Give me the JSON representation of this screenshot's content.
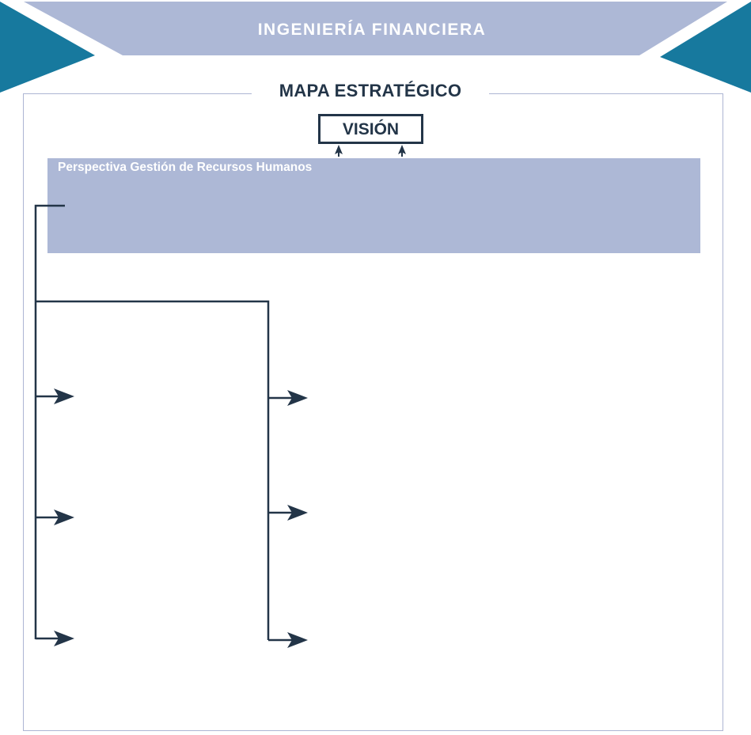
{
  "header": {
    "title": "INGENIERÍA FINANCIERA"
  },
  "map": {
    "title": "MAPA ESTRATÉGICO",
    "vision_label": "VISIÓN",
    "perspective": {
      "title": "Perspectiva Gestión de Recursos Humanos"
    }
  },
  "colors": {
    "banner": "#adb8d6",
    "teal": "#17799e",
    "navy": "#233548",
    "frame_border": "#adb5d3"
  }
}
